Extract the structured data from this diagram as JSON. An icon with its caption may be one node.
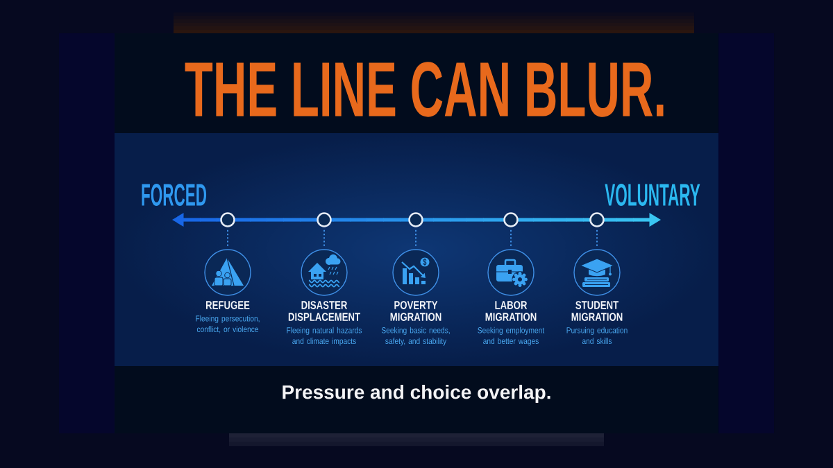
{
  "diagram": {
    "title": "THE LINE CAN BLUR.",
    "caption": "Pressure and choice overlap.",
    "nodes": [
      {
        "text": [],
        "shape": "circle"
      },
      {
        "text": [],
        "shape": "circle"
      },
      {
        "text": [],
        "shape": "circle"
      },
      {
        "text": [],
        "shape": "circle"
      },
      {
        "text": [],
        "shape": "circle"
      },
      {
        "text": [
          "REFUGEE",
          "Fleeing persecution, conflict, or violence"
        ]
      },
      {
        "text": [
          "DISASTER DISPLACEMENT",
          "Fleeing natural hazards and climate impacts"
        ]
      },
      {
        "text": [
          "POVERTY MIGRATION",
          "Seeking basic needs, safety, and stability"
        ]
      },
      {
        "text": [
          "LABOR MIGRATION",
          "Seeking employment and better wages"
        ]
      },
      {
        "text": [
          "STUDENT MIGRATION",
          "Pursuing education and skills"
        ]
      }
    ],
    "edges": [
      {
        "from": 0,
        "to": 5,
        "arrow": "none",
        "style": "dashed"
      },
      {
        "from": 1,
        "to": 6,
        "arrow": "none",
        "style": "dashed"
      },
      {
        "from": 2,
        "to": 7,
        "arrow": "none",
        "style": "dashed"
      },
      {
        "from": 3,
        "to": 8,
        "arrow": "none",
        "style": "dashed"
      },
      {
        "from": 4,
        "to": 9,
        "arrow": "none",
        "style": "dashed"
      }
    ],
    "labels": [
      "FORCED",
      "VOLUNTARY"
    ]
  }
}
